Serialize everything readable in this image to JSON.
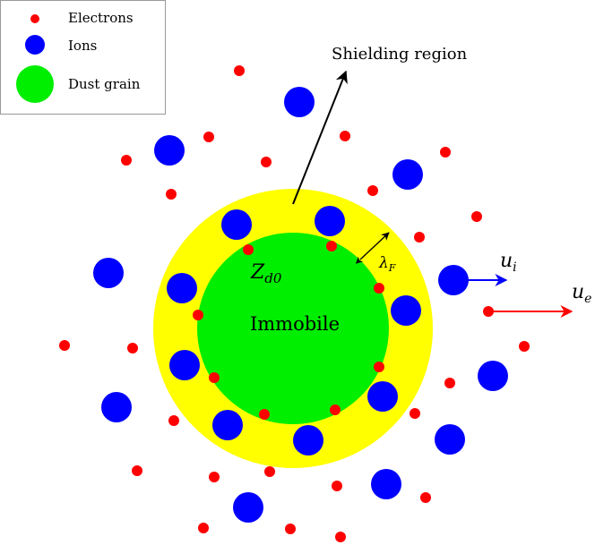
{
  "legend": {
    "items": [
      {
        "name": "legend-electrons",
        "label": "Electrons",
        "color": "#ff0000"
      },
      {
        "name": "legend-ions",
        "label": "Ions",
        "color": "#0000ff"
      },
      {
        "name": "legend-dust-grain",
        "label": "Dust grain",
        "color": "#00ee00"
      }
    ]
  },
  "diagram": {
    "shielding_label": "Shielding region",
    "core_label": "Immobile",
    "charge_label_main": "Z",
    "charge_label_sub": "d0",
    "fermi_label_main": "λ",
    "fermi_label_sub": "F",
    "ion_velocity_main": "u",
    "ion_velocity_sub": "i",
    "electron_velocity_main": "u",
    "electron_velocity_sub": "e",
    "colors": {
      "shielding": "#ffff00",
      "dust": "#00ee00",
      "ion": "#0000ff",
      "electron": "#ff0000"
    }
  }
}
